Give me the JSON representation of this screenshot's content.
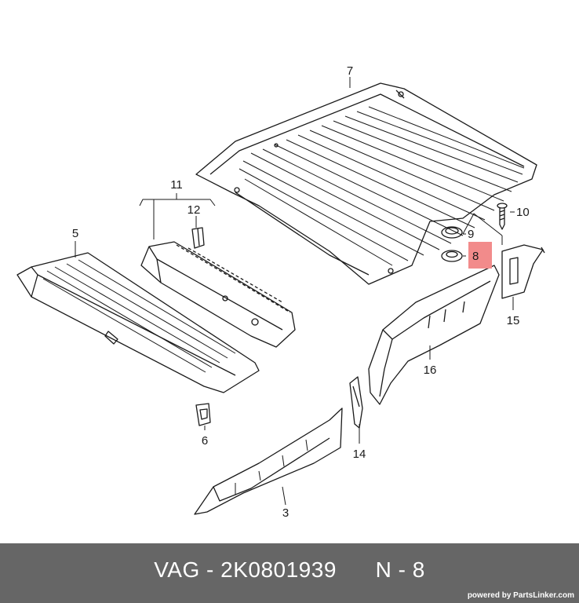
{
  "callouts": {
    "c3": "3",
    "c5": "5",
    "c6": "6",
    "c7": "7",
    "c8": "8",
    "c9": "9",
    "c10": "10",
    "c11": "11",
    "c12": "12",
    "c14": "14",
    "c15": "15",
    "c16": "16"
  },
  "highlight_color": "#f28b8b",
  "footer": {
    "brand": "VAG",
    "separator": "-",
    "part_number": "2K0801939",
    "position_label": "N",
    "position_separator": "-",
    "position_number": "8",
    "background_color": "#666666",
    "powered_by": "powered by PartsLinker.com"
  }
}
